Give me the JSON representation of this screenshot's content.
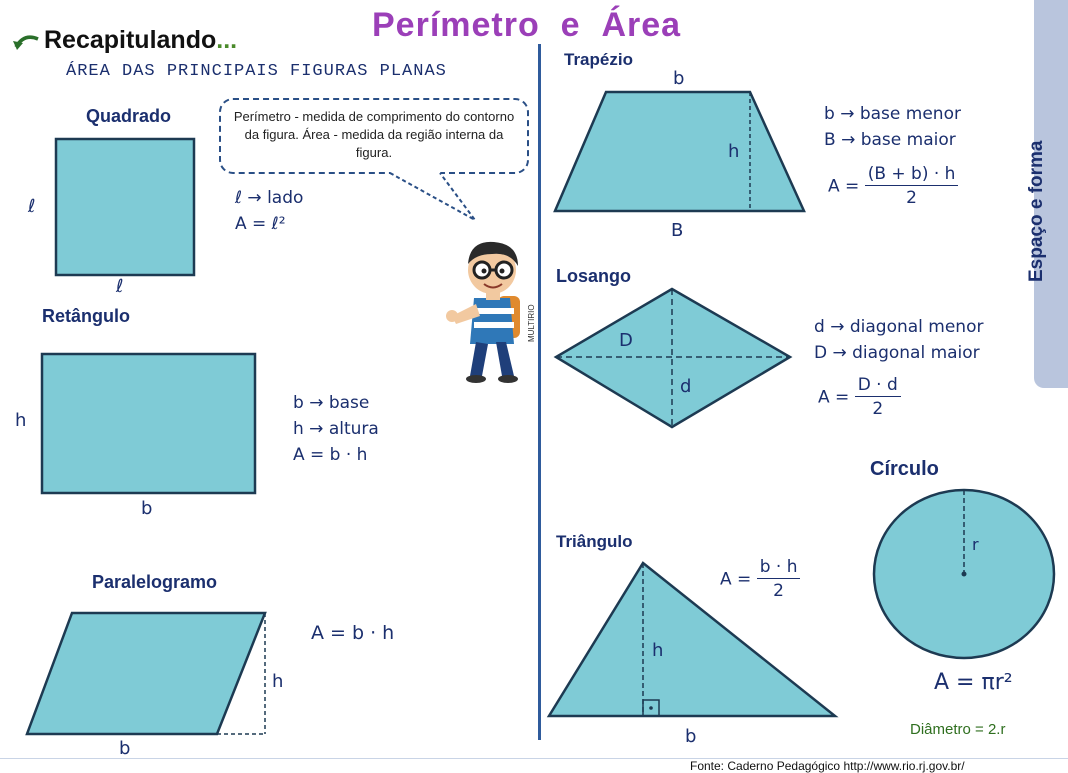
{
  "page": {
    "title_left": "Perímetro",
    "title_sep": "e",
    "title_right": "Área",
    "recap": "Recapitulando",
    "recap_dots": "...",
    "subtitle": "ÁREA DAS PRINCIPAIS FIGURAS PLANAS",
    "side_tab": "Espaço e forma",
    "source": "Fonte: Caderno Pedagógico http://www.rio.rj.gov.br/",
    "credit": "MULTIRIO",
    "bubble": "Perímetro - medida de comprimento do contorno da figura. Área - medida da região interna da figura."
  },
  "colors": {
    "fill": "#7fcbd6",
    "stroke": "#1d3a52",
    "accent": "#9b3fb8",
    "text": "#1b2f6e"
  },
  "icons": [
    "recap-arrow-icon",
    "student-character"
  ],
  "quadrado": {
    "title": "Quadrado",
    "side_label": "ℓ",
    "bottom_label": "ℓ",
    "f1": "ℓ → lado",
    "f2": "A = ℓ²"
  },
  "retangulo": {
    "title": "Retângulo",
    "side_label": "h",
    "bottom_label": "b",
    "f1": "b → base",
    "f2": "h → altura",
    "f3": "A = b · h"
  },
  "paralelogramo": {
    "title": "Paralelogramo",
    "h_label": "h",
    "b_label": "b",
    "f1": "A = b · h"
  },
  "trapezio": {
    "title": "Trapézio",
    "top_label": "b",
    "bottom_label": "B",
    "h_label": "h",
    "f1": "b → base menor",
    "f2": "B → base maior",
    "f_prefix": "A =",
    "f_num": "(B + b) · h",
    "f_den": "2"
  },
  "losango": {
    "title": "Losango",
    "D_label": "D",
    "d_label": "d",
    "f1": "d → diagonal menor",
    "f2": "D → diagonal maior",
    "f_prefix": "A =",
    "f_num": "D · d",
    "f_den": "2"
  },
  "triangulo": {
    "title": "Triângulo",
    "h_label": "h",
    "b_label": "b",
    "f_prefix": "A =",
    "f_num": "b · h",
    "f_den": "2"
  },
  "circulo": {
    "title": "Círculo",
    "r_label": "r",
    "f1": "A = πr²",
    "f2": "Diâmetro = 2.r"
  }
}
